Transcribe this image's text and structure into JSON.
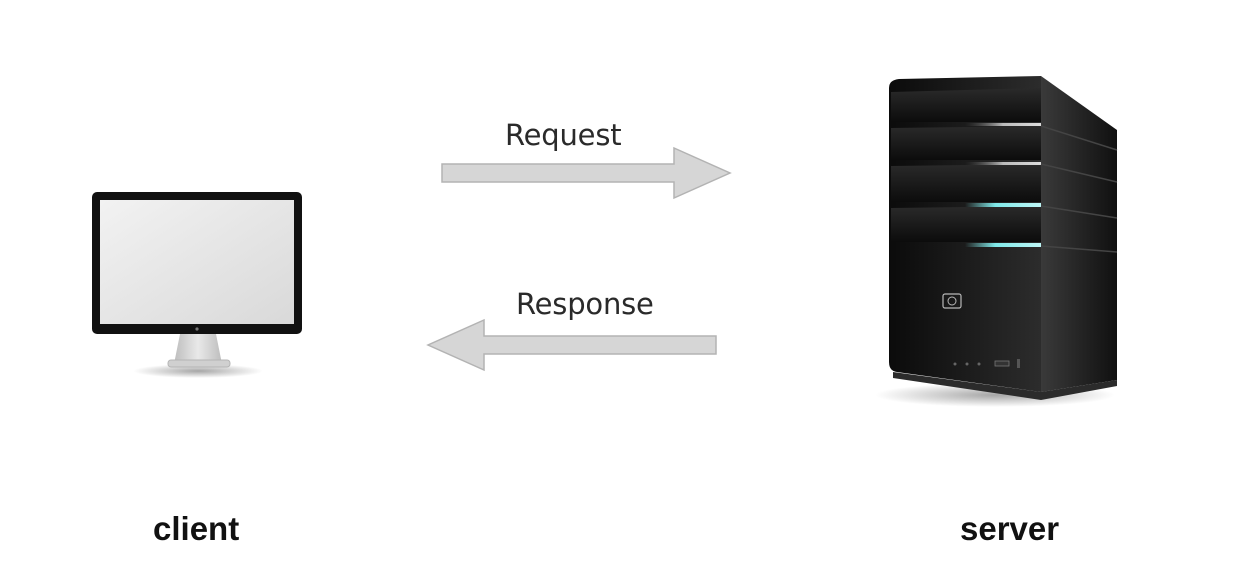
{
  "diagram": {
    "request_label": "Request",
    "response_label": "Response",
    "client_label": "client",
    "server_label": "server"
  },
  "icons": {
    "client": "monitor-icon",
    "server": "tower-server-icon",
    "request_arrow": "arrow-right-icon",
    "response_arrow": "arrow-left-icon"
  },
  "colors": {
    "arrow_fill": "#d6d6d6",
    "arrow_stroke": "#b3b3b3",
    "server_led": "#7fe9e9"
  }
}
